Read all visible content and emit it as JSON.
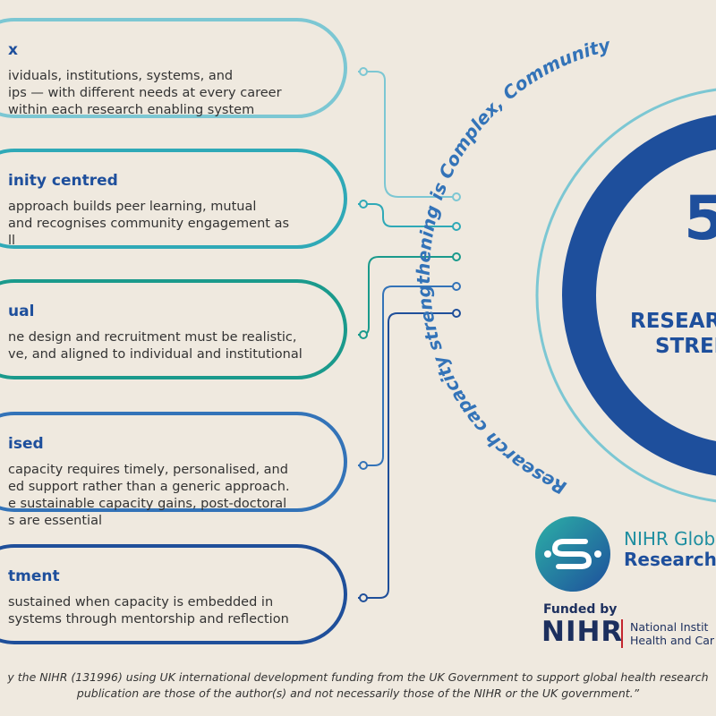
{
  "cards": [
    {
      "title": "x",
      "body": "ividuals, institutions, systems, and\nips — with different needs at every career\nwithin each research enabling system",
      "color": "#7cc7d3"
    },
    {
      "title": "inity centred",
      "body": "approach builds peer learning, mutual\nand recognises community engagement as\nll",
      "color": "#2fa9b7"
    },
    {
      "title": "ual",
      "body": "ne design and recruitment must be realistic,\nve, and aligned to individual and institutional",
      "color": "#1a9a8c"
    },
    {
      "title": "ised",
      "body": "capacity requires timely, personalised, and\ned support rather than a generic approach.\ne sustainable capacity gains, post-doctoral\ns are essential",
      "color": "#3373b8"
    },
    {
      "title": "tment",
      "body": "sustained when capacity is embedded in\nsystems through mentorship and reflection",
      "color": "#1f4f9a"
    }
  ],
  "circle": {
    "arc_text": "Research capacity strengthening is Complex, Community",
    "number": "5",
    "line1": "RESEAR",
    "line2": "STREN"
  },
  "logo": {
    "line1": "NIHR Glob",
    "line2": "Research"
  },
  "funder": {
    "funded_by": "Funded by",
    "acronym": "NIHR",
    "full1": "National Instit",
    "full2": "Health and Car"
  },
  "footer": {
    "line1": "y the NIHR (131996) using UK international development funding from the UK Government to support global health research",
    "line2": "publication are those of the author(s) and not necessarily those of the NIHR or the UK government.”"
  },
  "colors": {
    "background": "#efe9df",
    "ring_outer": "#7cc7d3",
    "ring_main": "#1e4f9c",
    "teal": "#1a9a8c",
    "brand_red": "#c4262e"
  }
}
